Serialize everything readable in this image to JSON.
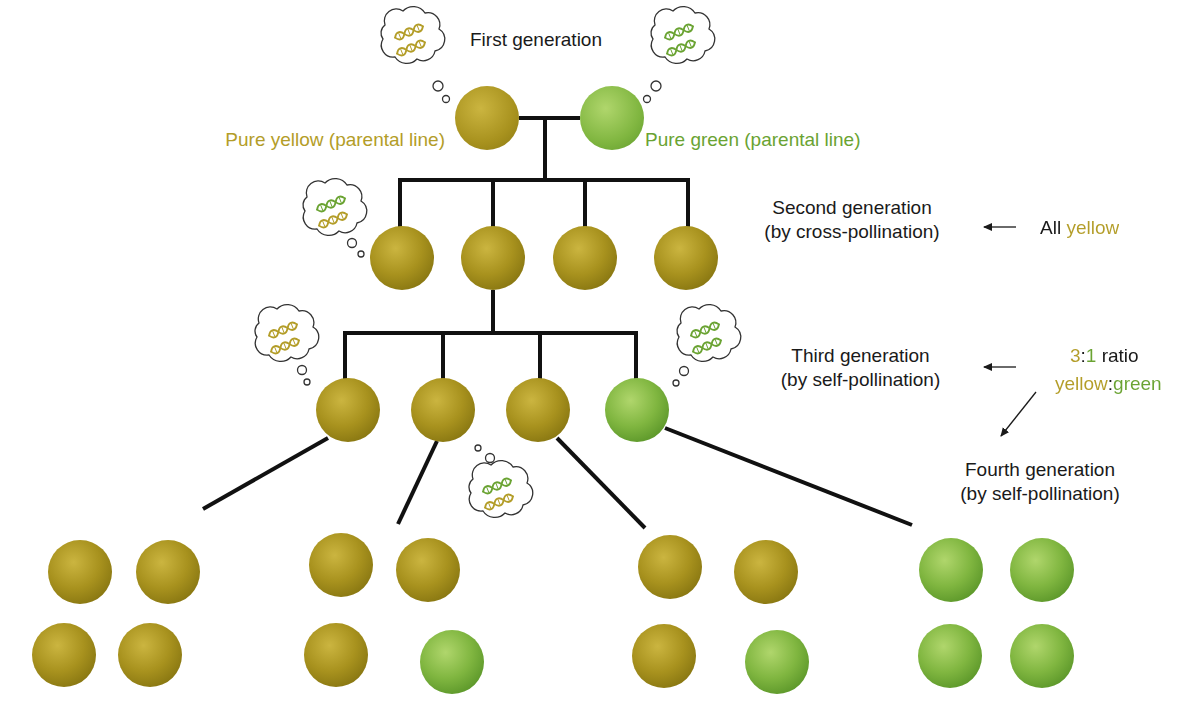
{
  "diagram": {
    "nodes": [
      {
        "text": [
          "Pure yellow (parental line)"
        ]
      },
      {
        "text": [
          "Pure green (parental line)"
        ]
      }
    ],
    "edges": [
      {
        "from": 0,
        "to": 1,
        "arrow": "none"
      }
    ],
    "labels": [
      "First generation",
      "Second generation (by cross-pollination)",
      "All yellow",
      "Third generation (by self-pollination)",
      "3:1 ratio",
      "yellow:green",
      "Fourth generation (by self-pollination)"
    ]
  }
}
